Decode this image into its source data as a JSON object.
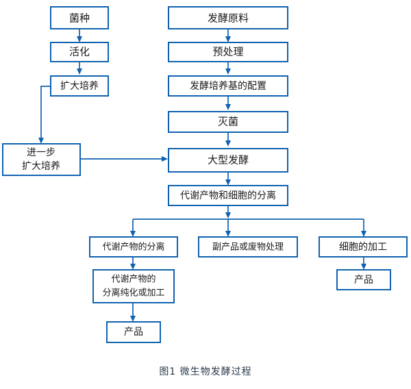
{
  "figure": {
    "caption": "图1 微生物发酵过程",
    "caption_number": "图1",
    "caption_title": "微生物发酵过程",
    "type": "flowchart",
    "colors": {
      "box_border": "#0f62b0",
      "box_fill": "#ffffff",
      "connector": "#0f62b0",
      "text": "#1a1a1a",
      "caption_text": "#2b3a4a",
      "background": "#ffffff"
    }
  },
  "nodes": {
    "seed_culture": "菌种",
    "activation": "活化",
    "expand_culture": "扩大培养",
    "further_expand_line1": "进一步",
    "further_expand_line2": "扩大培养",
    "raw_material": "发酵原料",
    "pretreatment": "预处理",
    "medium_prep": "发酵培养基的配置",
    "sterilization": "灭菌",
    "large_fermentation": "大型发酵",
    "separation": "代谢产物和细胞的分离",
    "metabolite_separation": "代谢产物的分离",
    "byproduct_waste": "副产品或废物处理",
    "cell_processing": "细胞的加工",
    "purify_line1": "代谢产物的",
    "purify_line2": "分离纯化或加工",
    "product_left": "产品",
    "product_right": "产品"
  },
  "edges": [
    {
      "from": "seed_culture",
      "to": "activation"
    },
    {
      "from": "activation",
      "to": "expand_culture"
    },
    {
      "from": "expand_culture",
      "to": "further_expand"
    },
    {
      "from": "further_expand",
      "to": "large_fermentation"
    },
    {
      "from": "raw_material",
      "to": "pretreatment"
    },
    {
      "from": "pretreatment",
      "to": "medium_prep"
    },
    {
      "from": "medium_prep",
      "to": "sterilization"
    },
    {
      "from": "sterilization",
      "to": "large_fermentation"
    },
    {
      "from": "large_fermentation",
      "to": "separation"
    },
    {
      "from": "separation",
      "to": "metabolite_separation"
    },
    {
      "from": "separation",
      "to": "byproduct_waste"
    },
    {
      "from": "separation",
      "to": "cell_processing"
    },
    {
      "from": "metabolite_separation",
      "to": "purify"
    },
    {
      "from": "purify",
      "to": "product_left"
    },
    {
      "from": "cell_processing",
      "to": "product_right"
    }
  ]
}
